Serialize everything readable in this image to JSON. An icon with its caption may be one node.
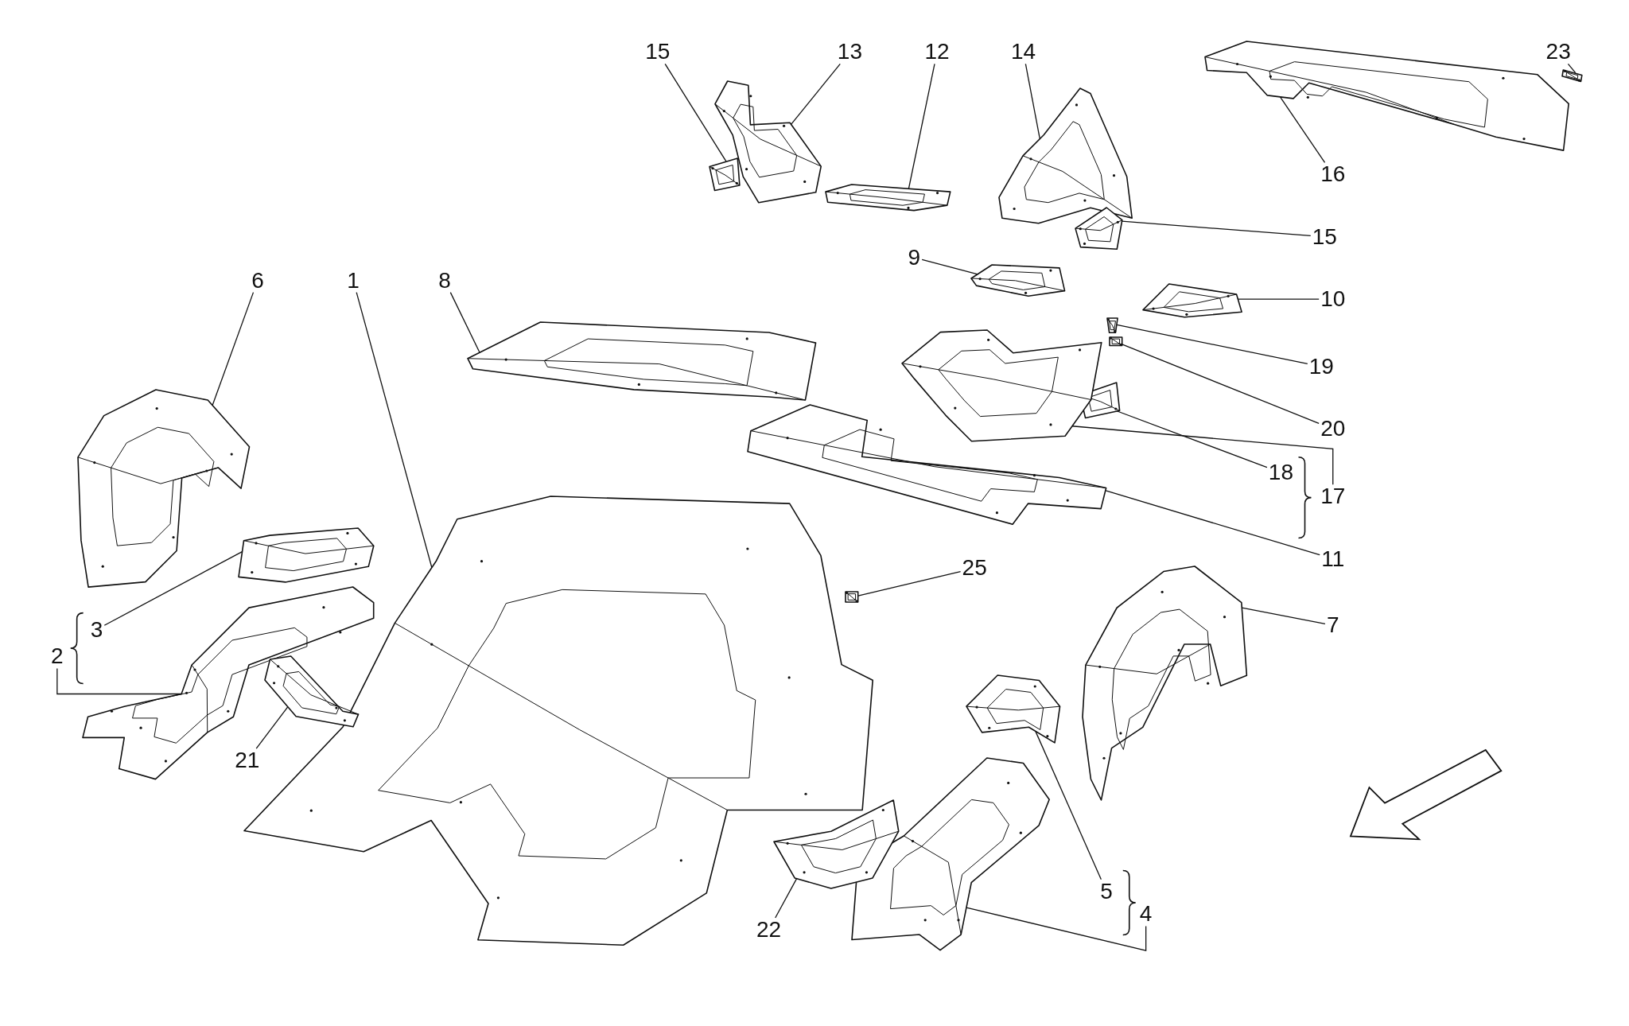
{
  "diagram": {
    "nodes": [
      {
        "text": [
          "15"
        ]
      },
      {
        "text": [
          "13"
        ]
      },
      {
        "text": [
          "12"
        ]
      },
      {
        "text": [
          "14"
        ]
      },
      {
        "text": [
          "23"
        ]
      },
      {
        "text": [
          "16"
        ]
      },
      {
        "text": [
          "15"
        ]
      },
      {
        "text": [
          "9"
        ]
      },
      {
        "text": [
          "6"
        ]
      },
      {
        "text": [
          "1"
        ]
      },
      {
        "text": [
          "8"
        ]
      },
      {
        "text": [
          "10"
        ]
      },
      {
        "text": [
          "19"
        ]
      },
      {
        "text": [
          "20"
        ]
      },
      {
        "text": [
          "18"
        ]
      },
      {
        "text": [
          "17"
        ]
      },
      {
        "text": [
          "11"
        ]
      },
      {
        "text": [
          "25"
        ]
      },
      {
        "text": [
          "7"
        ]
      },
      {
        "text": [
          "3"
        ]
      },
      {
        "text": [
          "2"
        ]
      },
      {
        "text": [
          "21"
        ]
      },
      {
        "text": [
          "5"
        ]
      },
      {
        "text": [
          "4"
        ]
      },
      {
        "text": [
          "22"
        ]
      },
      {
        "text": [],
        "shape": "picture"
      },
      {
        "text": [],
        "shape": "picture"
      },
      {
        "text": [],
        "shape": "picture"
      },
      {
        "text": [],
        "shape": "picture"
      },
      {
        "text": [],
        "shape": "picture"
      },
      {
        "text": [],
        "shape": "picture"
      },
      {
        "text": [],
        "shape": "picture"
      },
      {
        "text": [],
        "shape": "picture"
      },
      {
        "text": [],
        "shape": "picture"
      },
      {
        "text": [],
        "shape": "picture"
      },
      {
        "text": [],
        "shape": "picture"
      },
      {
        "text": [],
        "shape": "picture"
      },
      {
        "text": [],
        "shape": "picture"
      },
      {
        "text": [],
        "shape": "picture"
      },
      {
        "text": [],
        "shape": "picture"
      },
      {
        "text": [],
        "shape": "picture"
      },
      {
        "text": [],
        "shape": "picture"
      },
      {
        "text": [],
        "shape": "picture"
      },
      {
        "text": [],
        "shape": "picture"
      },
      {
        "text": [],
        "shape": "picture"
      },
      {
        "text": [],
        "shape": "picture"
      },
      {
        "text": [],
        "shape": "picture"
      },
      {
        "text": [],
        "shape": "picture"
      },
      {
        "text": [],
        "shape": "picture"
      },
      {
        "text": [],
        "shape": "picture"
      }
    ],
    "edges": [
      {
        "from": 0,
        "to": 25,
        "arrow": "none"
      },
      {
        "from": 1,
        "to": 26,
        "arrow": "none"
      },
      {
        "from": 2,
        "to": 27,
        "arrow": "none"
      },
      {
        "from": 3,
        "to": 28,
        "arrow": "none"
      },
      {
        "from": 4,
        "to": 29,
        "arrow": "none"
      },
      {
        "from": 5,
        "to": 30,
        "arrow": "none"
      },
      {
        "from": 6,
        "to": 31,
        "arrow": "none"
      },
      {
        "from": 7,
        "to": 32,
        "arrow": "none"
      },
      {
        "from": 8,
        "to": 33,
        "arrow": "none"
      },
      {
        "from": 9,
        "to": 34,
        "arrow": "none"
      },
      {
        "from": 10,
        "to": 35,
        "arrow": "none"
      },
      {
        "from": 11,
        "to": 36,
        "arrow": "none"
      },
      {
        "from": 12,
        "to": 37,
        "arrow": "none"
      },
      {
        "from": 13,
        "to": 38,
        "arrow": "none"
      },
      {
        "from": 14,
        "to": 39,
        "arrow": "none"
      },
      {
        "from": 15,
        "to": 40,
        "arrow": "none"
      },
      {
        "from": 16,
        "to": 41,
        "arrow": "none"
      },
      {
        "from": 17,
        "to": 42,
        "arrow": "none"
      },
      {
        "from": 18,
        "to": 43,
        "arrow": "none"
      },
      {
        "from": 19,
        "to": 44,
        "arrow": "none"
      },
      {
        "from": 20,
        "to": 45,
        "arrow": "none"
      },
      {
        "from": 21,
        "to": 46,
        "arrow": "none"
      },
      {
        "from": 22,
        "to": 47,
        "arrow": "none"
      },
      {
        "from": 23,
        "to": 48,
        "arrow": "none"
      },
      {
        "from": 24,
        "to": 49,
        "arrow": "none"
      }
    ]
  }
}
